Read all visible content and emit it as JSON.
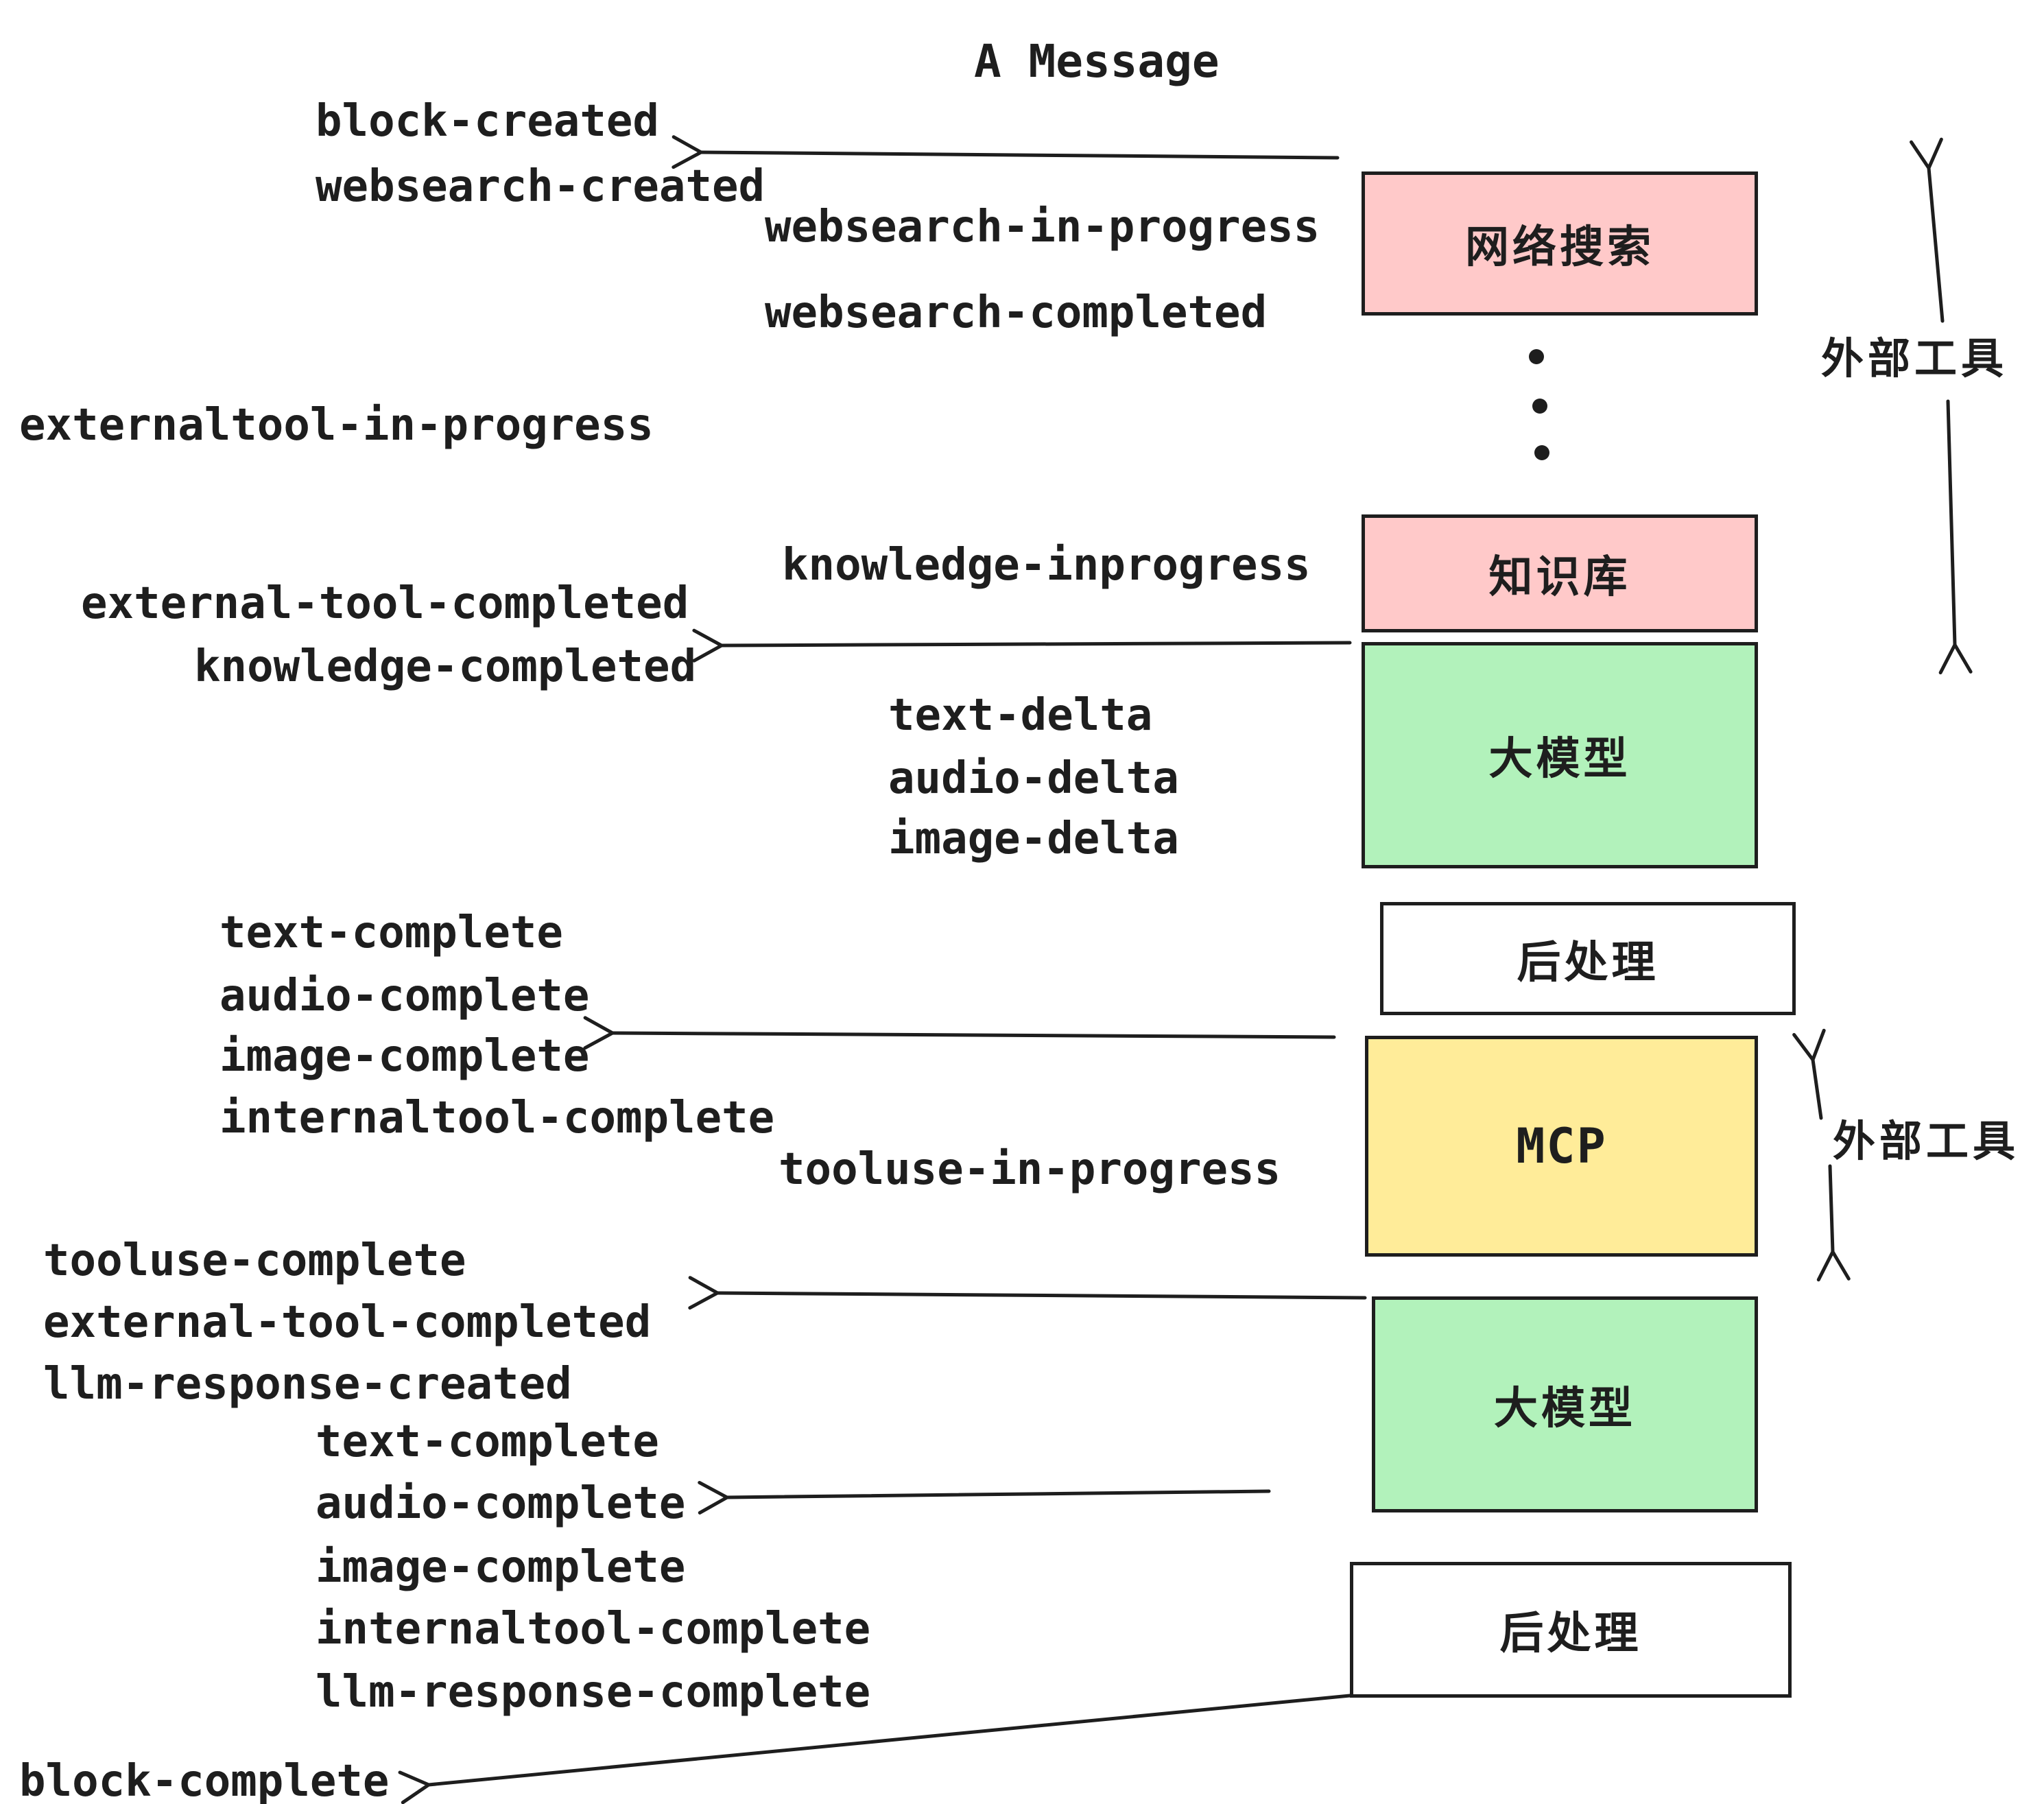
{
  "title": "A Message",
  "colors": {
    "stroke": "#1e1e1e",
    "text": "#1e1e1e",
    "pink": "#ffc9c9",
    "green": "#b2f2bb",
    "yellow": "#ffec99",
    "white": "#ffffff"
  },
  "boxes": [
    {
      "id": "websearch",
      "label": "网络搜索",
      "fill": "pink"
    },
    {
      "id": "knowledge",
      "label": "知识库",
      "fill": "pink"
    },
    {
      "id": "llm-1",
      "label": "大模型",
      "fill": "green"
    },
    {
      "id": "post-1",
      "label": "后处理",
      "fill": "white"
    },
    {
      "id": "mcp",
      "label": "MCP",
      "fill": "yellow"
    },
    {
      "id": "llm-2",
      "label": "大模型",
      "fill": "green"
    },
    {
      "id": "post-2",
      "label": "后处理",
      "fill": "white"
    }
  ],
  "annotations": {
    "external_tools_top": "外部工具",
    "external_tools_mid": "外部工具"
  },
  "events": {
    "block_created": "block-created",
    "websearch_created": "websearch-created",
    "websearch_in_progress": "websearch-in-progress",
    "websearch_completed": "websearch-completed",
    "externaltool_in_progress": "externaltool-in-progress",
    "knowledge_inprogress": "knowledge-inprogress",
    "external_tool_completed_1": "external-tool-completed",
    "knowledge_completed": "knowledge-completed",
    "text_delta_1": "text-delta",
    "audio_delta_1": "audio-delta",
    "image_delta_1": "image-delta",
    "text_complete_1": "text-complete",
    "audio_complete_1": "audio-complete",
    "image_complete_1": "image-complete",
    "internaltool_complete_1": "internaltool-complete",
    "tooluse_in_progress": "tooluse-in-progress",
    "tooluse_complete": "tooluse-complete",
    "external_tool_completed_2": "external-tool-completed",
    "llm_response_created": "llm-response-created",
    "text_complete_2": "text-complete",
    "audio_complete_2": "audio-complete",
    "image_complete_2": "image-complete",
    "internaltool_complete_2": "internaltool-complete",
    "llm_response_complete": "llm-response-complete",
    "block_complete": "block-complete"
  }
}
